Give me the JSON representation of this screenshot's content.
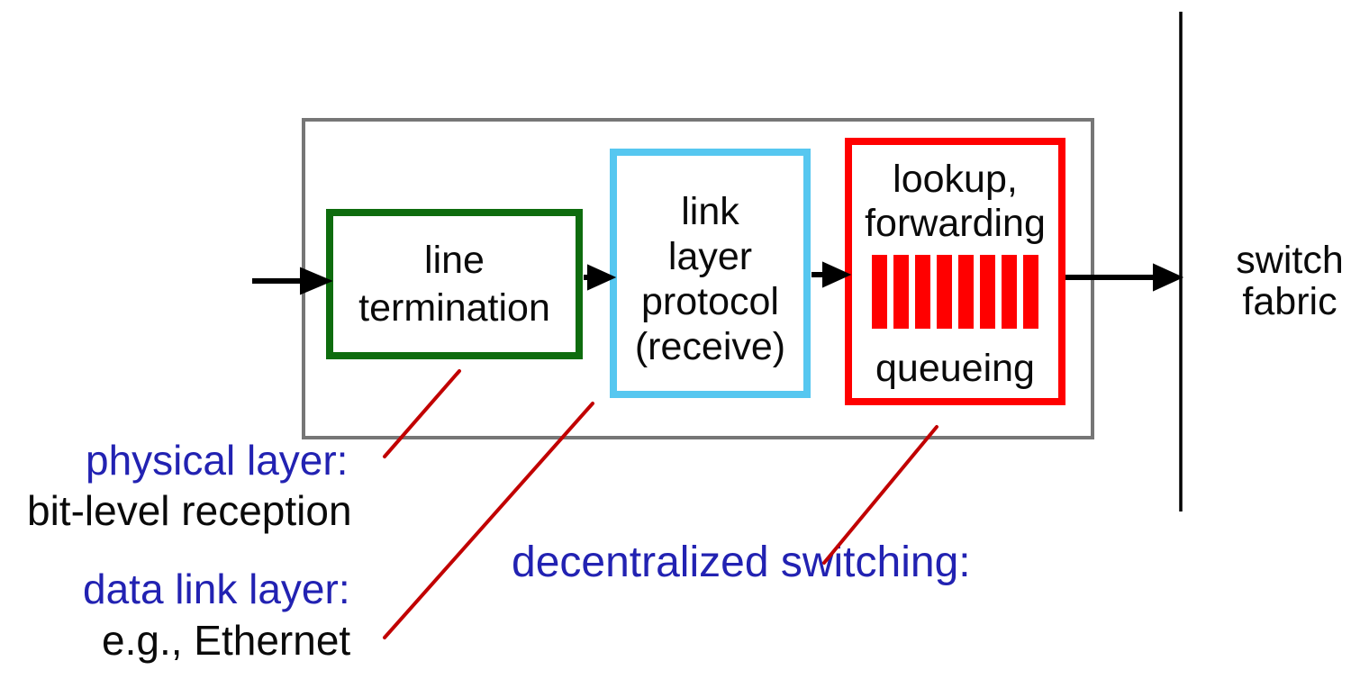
{
  "figure": {
    "boxes": {
      "line_termination": {
        "lines": [
          "line",
          "termination"
        ],
        "border_color": "#0e6c0e"
      },
      "link_layer_protocol": {
        "lines": [
          "link",
          "layer",
          "protocol",
          "(receive)"
        ],
        "border_color": "#56c7f0"
      },
      "lookup_forwarding": {
        "lines": [
          "lookup,",
          "forwarding"
        ],
        "bottom_label": "queueing",
        "border_color": "#ff0000",
        "queue": {
          "bar_count": 8,
          "bar_color": "#ff0000"
        }
      }
    },
    "labels": {
      "physical_layer": {
        "heading": "physical layer:",
        "body": "bit-level reception"
      },
      "data_link_layer": {
        "heading": "data link layer:",
        "body": "e.g., Ethernet"
      },
      "decentralized_switching": {
        "heading": "decentralized switching:"
      },
      "switch_fabric": {
        "lines": [
          "switch",
          "fabric"
        ]
      }
    },
    "colors": {
      "outer_border": "#767676",
      "heading_blue": "#2222b2",
      "body_black": "#0a0a0a",
      "callout_red": "#c10000",
      "arrow_black": "#000000"
    }
  }
}
